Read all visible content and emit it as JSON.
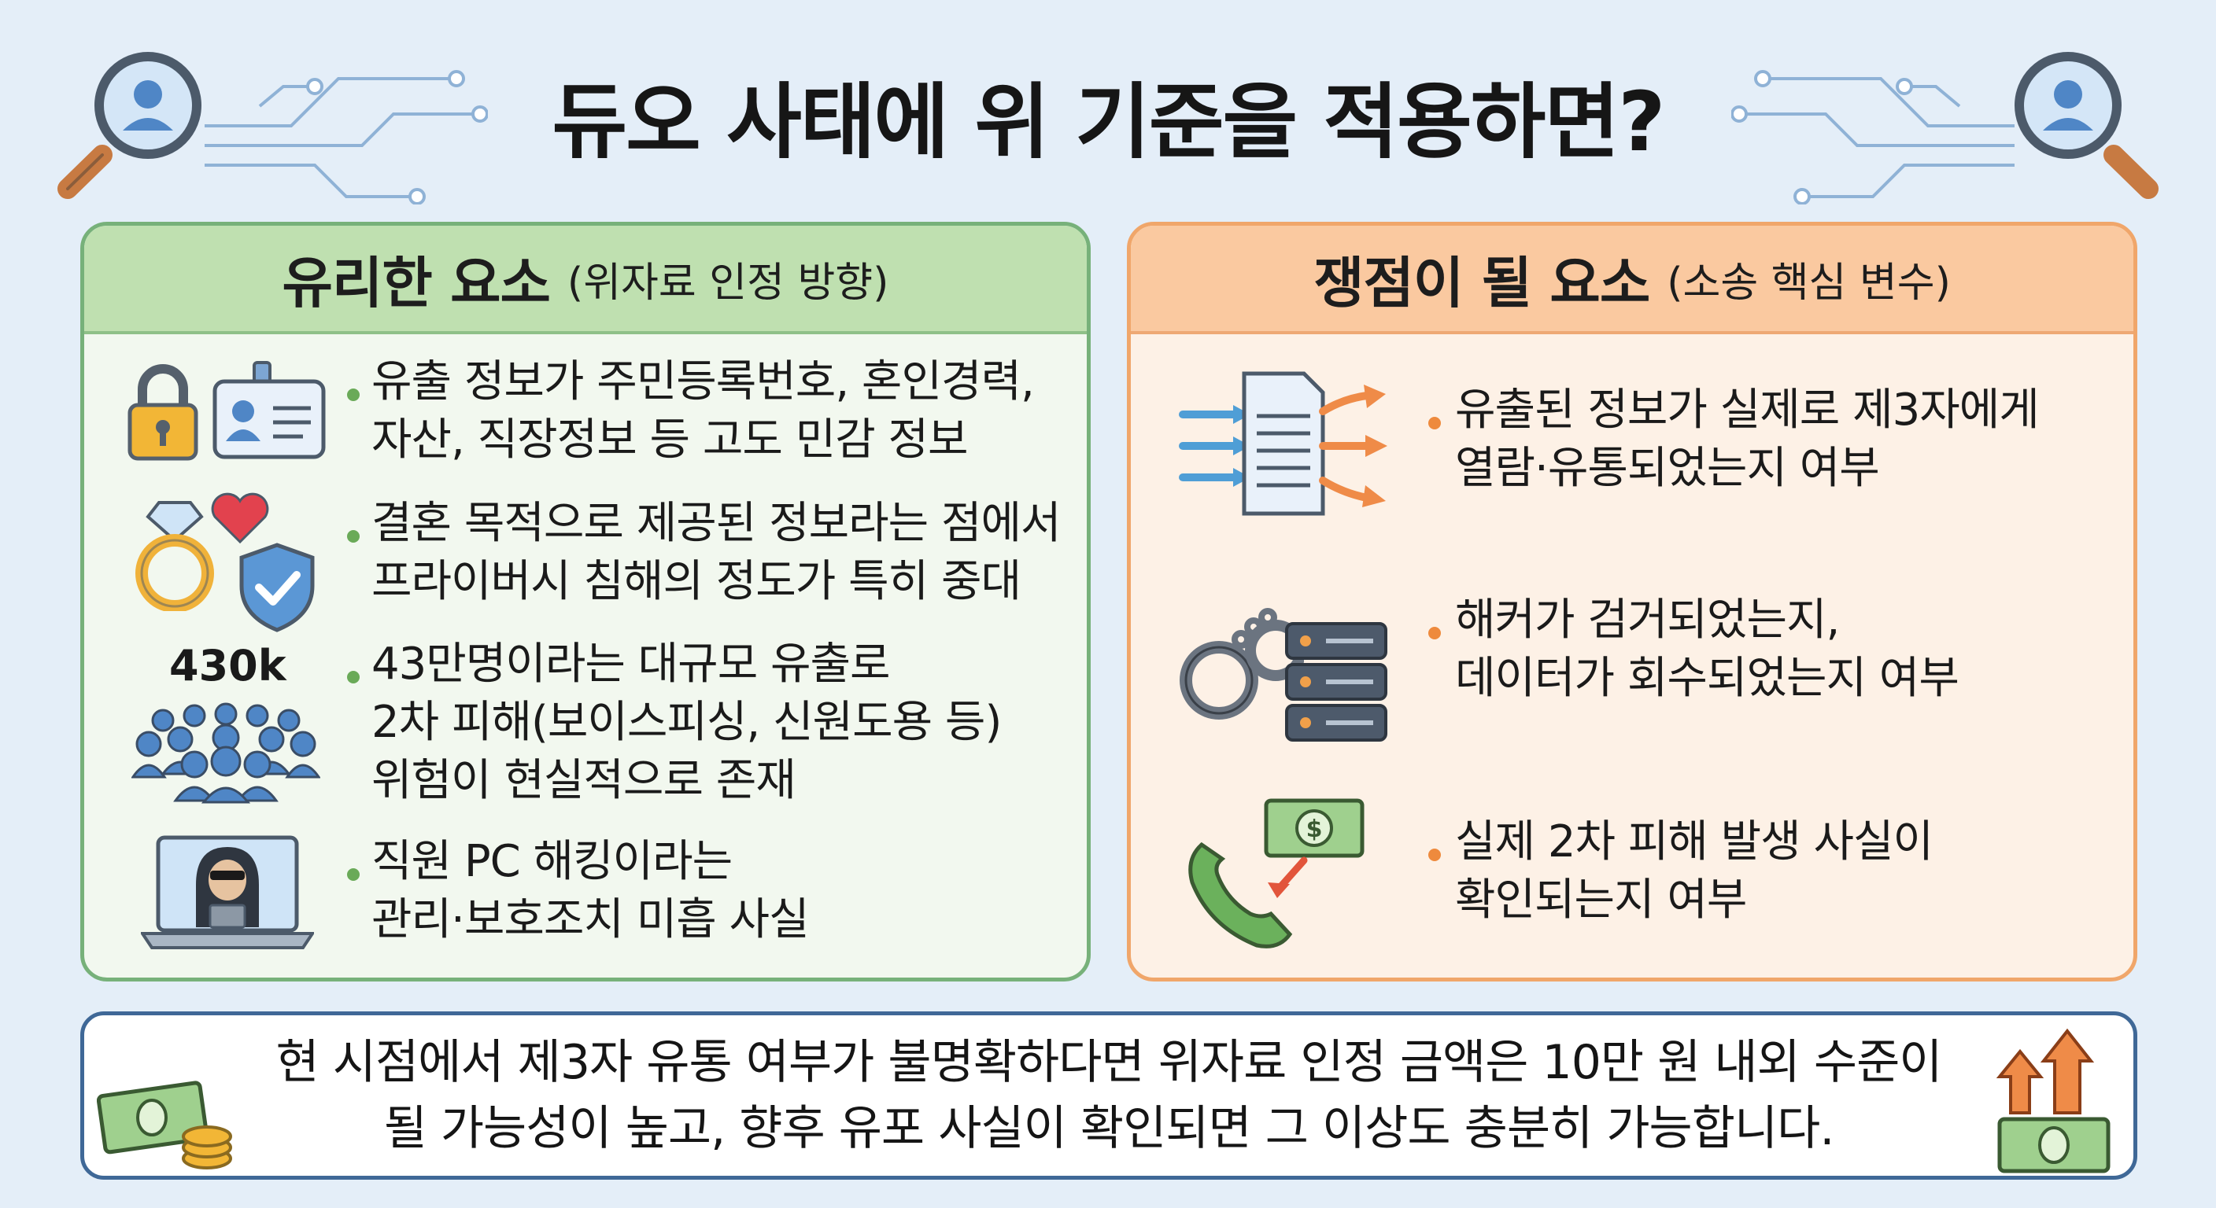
{
  "title": "듀오 사태에 위 기준을 적용하면?",
  "colors": {
    "background": "#e4eef8",
    "left_accent": "#77b17a",
    "right_accent": "#f0a66a",
    "bottom_border": "#3f6897"
  },
  "left_panel": {
    "heading": "유리한 요소",
    "subheading": "(위자료 인정 방향)",
    "badge_430k": "430k",
    "items": [
      {
        "icon": "lock-and-id-card-icon",
        "text": "유출 정보가 주민등록번호, 혼인경력,\n자산, 직장정보 등 고도 민감 정보"
      },
      {
        "icon": "ring-heart-shield-icon",
        "text": "결혼 목적으로 제공된 정보라는 점에서\n프라이버시 침해의 정도가 특히 중대"
      },
      {
        "icon": "crowd-icon",
        "text": "43만명이라는 대규모 유출로\n2차 피해(보이스피싱, 신원도용 등)\n위험이 현실적으로 존재"
      },
      {
        "icon": "hacker-laptop-icon",
        "text": "직원 PC 해킹이라는\n관리·보호조치 미흡 사실"
      }
    ]
  },
  "right_panel": {
    "heading": "쟁점이 될 요소",
    "subheading": "(소송 핵심 변수)",
    "items": [
      {
        "icon": "document-distribution-icon",
        "text": "유출된 정보가 실제로 제3자에게\n열람·유통되었는지 여부"
      },
      {
        "icon": "handcuffs-server-icon",
        "text": "해커가 검거되었는지,\n데이터가 회수되었는지 여부"
      },
      {
        "icon": "phone-money-icon",
        "text": "실제 2차 피해 발생 사실이\n확인되는지 여부"
      }
    ]
  },
  "bottom": {
    "text": "현 시점에서 제3자 유통 여부가 불명확하다면 위자료 인정 금액은 10만 원 내외 수준이\n될 가능성이 높고, 향후 유포 사실이 확인되면 그 이상도 충분히 가능합니다."
  }
}
